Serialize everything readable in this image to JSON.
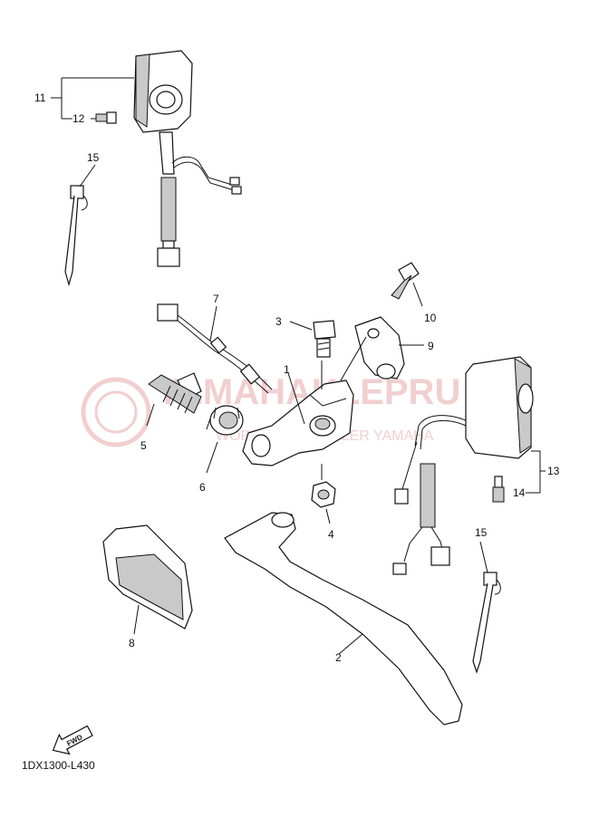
{
  "diagram": {
    "code": "1DX1300-L430",
    "watermark": {
      "brand": "YAMAHAKLEPRU",
      "tagline": "WORLDWIDE DEALER YAMAHA"
    },
    "fwd_label": "FWD",
    "callouts": [
      "1",
      "2",
      "3",
      "4",
      "5",
      "6",
      "7",
      "8",
      "9",
      "10",
      "11",
      "12",
      "13",
      "14",
      "15",
      "15"
    ]
  }
}
